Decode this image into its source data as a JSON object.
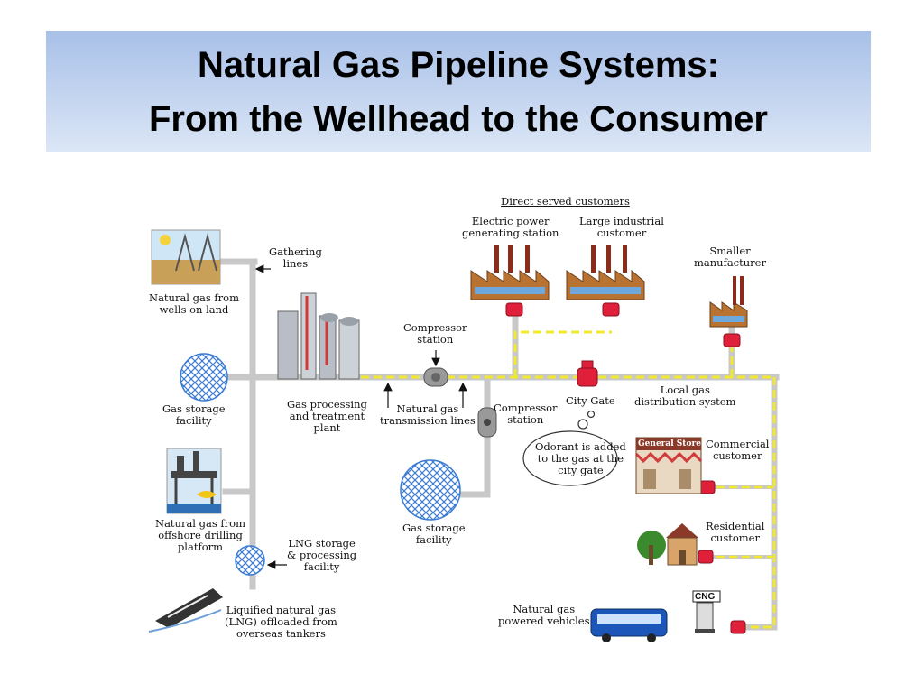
{
  "title": {
    "line1": "Natural Gas Pipeline Systems:",
    "line2": "From the Wellhead to the Consumer"
  },
  "labels": {
    "direct_served": "Direct served customers",
    "electric_power": [
      "Electric power",
      "generating station"
    ],
    "large_industrial": [
      "Large industrial",
      "customer"
    ],
    "smaller_manufacturer": [
      "Smaller",
      "manufacturer"
    ],
    "gathering_lines": [
      "Gathering",
      "lines"
    ],
    "wells_on_land": [
      "Natural gas from",
      "wells on land"
    ],
    "compressor_station_top": [
      "Compressor",
      "station"
    ],
    "gas_storage_left": [
      "Gas storage",
      "facility"
    ],
    "gas_processing": [
      "Gas processing",
      "and treatment",
      "plant"
    ],
    "transmission_lines": [
      "Natural gas",
      "transmission lines"
    ],
    "compressor_station_mid": [
      "Compressor",
      "station"
    ],
    "city_gate": "City Gate",
    "local_distribution": [
      "Local gas",
      "distribution system"
    ],
    "odorant_note": [
      "Odorant is added",
      "to the gas at the",
      "city gate"
    ],
    "commercial_customer": [
      "Commercial",
      "customer"
    ],
    "general_store_sign": "General Store",
    "offshore_platform": [
      "Natural gas from",
      "offshore drilling",
      "platform"
    ],
    "gas_storage_center": [
      "Gas storage",
      "facility"
    ],
    "residential_customer": [
      "Residential",
      "customer"
    ],
    "lng_storage": [
      "LNG storage",
      "& processing",
      "facility"
    ],
    "lng_offloaded": [
      "Liquified natural gas",
      "(LNG) offloaded from",
      "overseas tankers"
    ],
    "ngv": [
      "Natural gas",
      "powered vehicles"
    ],
    "cng_sign": "CNG"
  },
  "colors": {
    "pipe": "#c8c8c8",
    "distribution_dash": "#f2e830",
    "valve": "#e0203a",
    "storage": "#3a7bd5",
    "factory": "#b87333",
    "title_bg_top": "#a8c0e8",
    "title_bg_bottom": "#dbe6f6"
  }
}
